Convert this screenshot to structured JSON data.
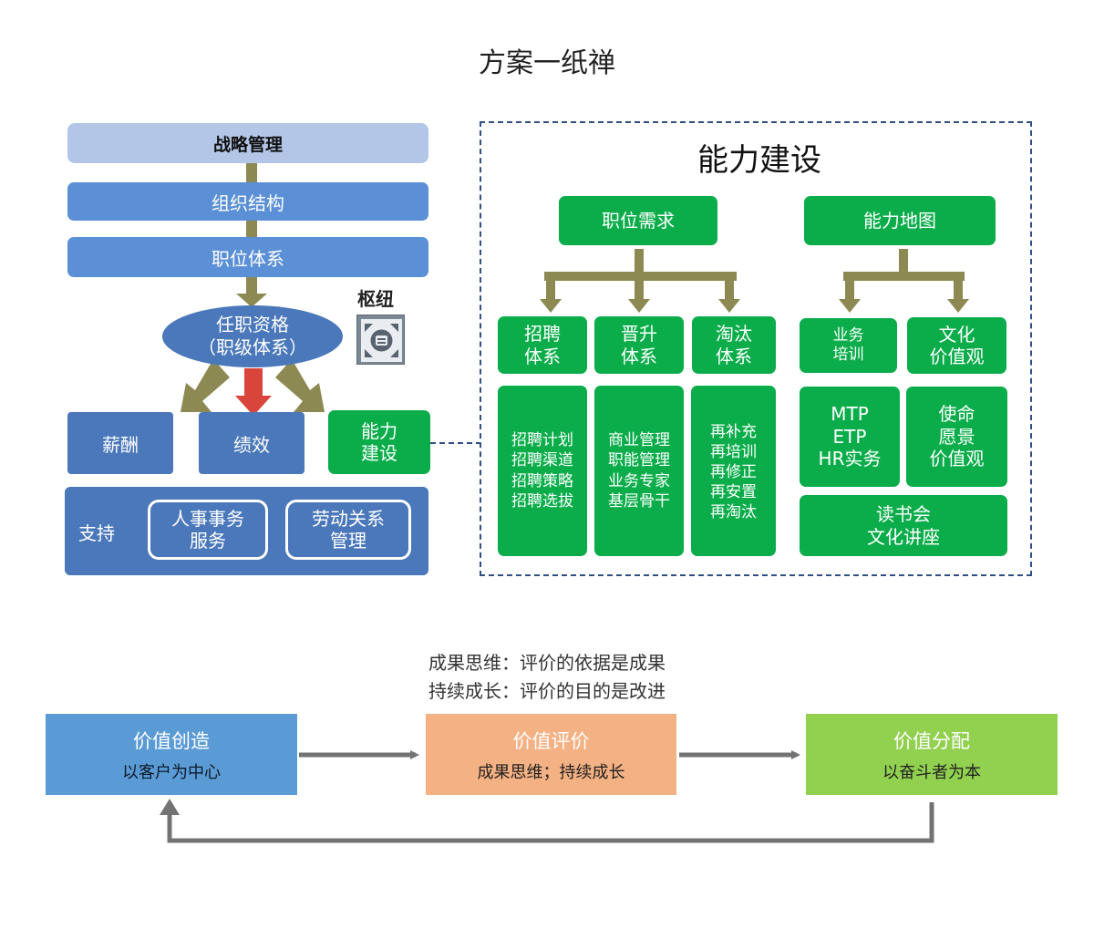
{
  "title": "方案一纸禅",
  "left": {
    "strategy": "战略管理",
    "org": "组织结构",
    "position_system": "职位体系",
    "qualification": [
      "任职资格",
      "（职级体系）"
    ],
    "pivot_label": "枢纽",
    "salary": "薪酬",
    "performance": "绩效",
    "capability": [
      "能力",
      "建设"
    ],
    "support": {
      "label": "支持",
      "hr_affairs": [
        "人事事务",
        "服务"
      ],
      "labor": [
        "劳动关系",
        "管理"
      ]
    }
  },
  "capability_panel": {
    "title": "能力建设",
    "position_demand": "职位需求",
    "capability_map": "能力地图",
    "recruit": [
      "招聘",
      "体系"
    ],
    "promotion": [
      "晋升",
      "体系"
    ],
    "elimination": [
      "淘汰",
      "体系"
    ],
    "business_training": [
      "业务",
      "培训"
    ],
    "culture": [
      "文化",
      "价值观"
    ],
    "recruit_detail": [
      "招聘计划",
      "招聘渠道",
      "招聘策略",
      "招聘选拔"
    ],
    "promotion_detail": [
      "商业管理",
      "职能管理",
      "业务专家",
      "基层骨干"
    ],
    "elimination_detail": [
      "再补充",
      "再培训",
      "再修正",
      "再安置",
      "再淘汰"
    ],
    "training_detail": [
      "MTP",
      "ETP",
      "HR实务"
    ],
    "mission_detail": [
      "使命",
      "愿景",
      "价值观"
    ],
    "reading": [
      "读书会",
      "文化讲座"
    ]
  },
  "value_chain": {
    "notes": [
      "成果思维：评价的依据是成果",
      "持续成长：评价的目的是改进"
    ],
    "create": {
      "title": "价值创造",
      "sub": "以客户为中心"
    },
    "evaluate": {
      "title": "价值评价",
      "sub": "成果思维；持续成长"
    },
    "distribute": {
      "title": "价值分配",
      "sub": "以奋斗者为本"
    }
  },
  "colors": {
    "connector_olive": "#8c8a52",
    "performance_arrow": "#d9453a",
    "flow_arrow": "#737373"
  }
}
